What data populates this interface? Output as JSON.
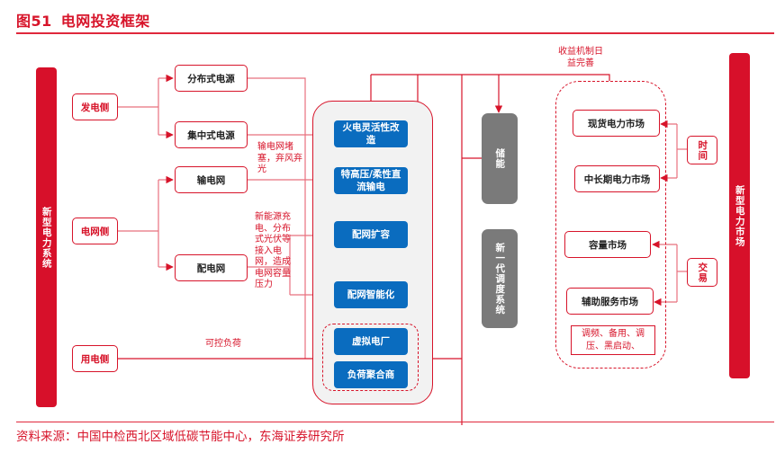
{
  "title": {
    "figure_no": "图51",
    "text": "电网投资框架"
  },
  "source": "资料来源：中国中检西北区域低碳节能中心，东海证券研究所",
  "left_bar": {
    "label": "新型电力系统"
  },
  "right_bar": {
    "label": "新型电力市场"
  },
  "sides": {
    "generation": "发电侧",
    "grid": "电网侧",
    "consumption": "用电侧"
  },
  "subnodes": {
    "distributed_power": "分布式电源",
    "centralized_power": "集中式电源",
    "transmission_grid": "输电网",
    "distribution_grid": "配电网"
  },
  "notes": {
    "transmission_congestion": "输电网堵塞，弃风弃光",
    "distribution_pressure": "新能源充电、分布式光伏等接入电网，造成电网容量压力",
    "controllable_load": "可控负荷",
    "revenue_mechanism": "收益机制日益完善"
  },
  "investments": [
    {
      "label": "火电灵活性改造"
    },
    {
      "label": "特高压/柔性直流输电"
    },
    {
      "label": "配网扩容"
    },
    {
      "label": "配网智能化"
    },
    {
      "label": "虚拟电厂"
    },
    {
      "label": "负荷聚合商"
    }
  ],
  "gray_nodes": {
    "storage": "储能",
    "dispatch": "新一代调度系统"
  },
  "markets": {
    "spot": "现货电力市场",
    "mid_long_term": "中长期电力市场",
    "capacity": "容量市场",
    "ancillary": "辅助服务市场",
    "ancillary_note": "调频、备用、调压、黑启动、",
    "time_label": "时间",
    "trade_label": "交易"
  },
  "colors": {
    "accent_red": "#d7142a",
    "blue": "#0a6cbf",
    "gray": "#7a7a7a",
    "panel_bg": "#f2f2f2"
  }
}
